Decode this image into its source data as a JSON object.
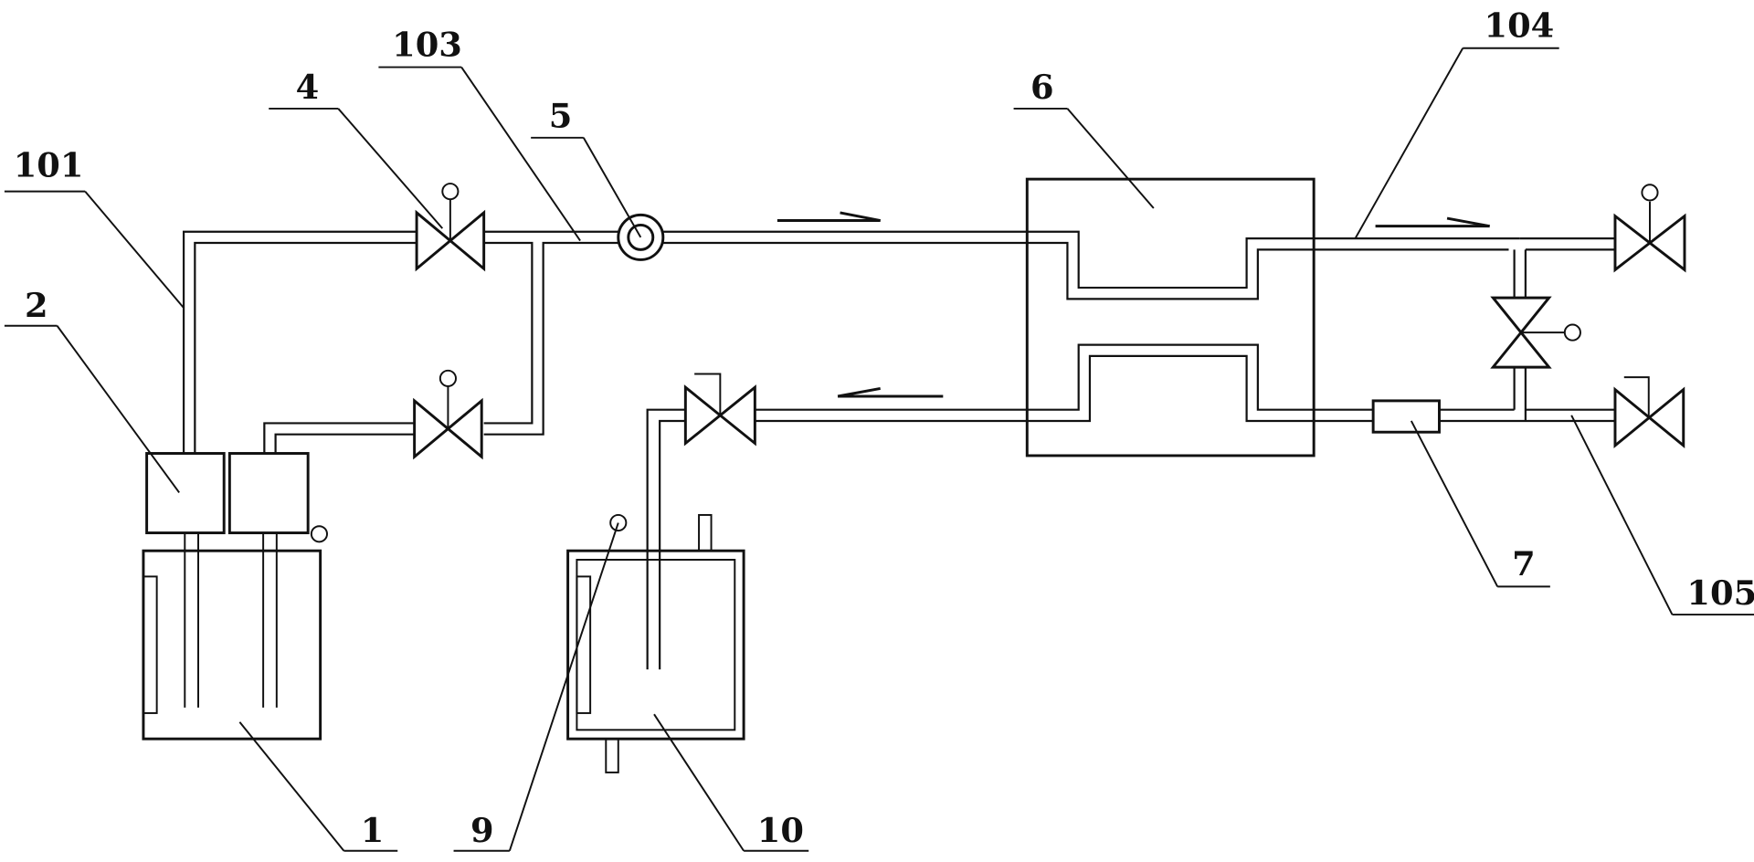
{
  "labels": {
    "l101": "101",
    "l2": "2",
    "l4": "4",
    "l103": "103",
    "l5": "5",
    "l6": "6",
    "l104": "104",
    "l7": "7",
    "l105": "105",
    "l1": "1",
    "l9": "9",
    "l10": "10"
  },
  "colors": {
    "stroke": "#111111",
    "background": "#ffffff"
  }
}
